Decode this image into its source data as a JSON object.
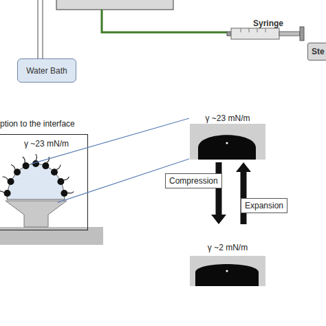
{
  "diagram": {
    "nodes": [
      {
        "text": [
          "Ste"
        ]
      },
      {
        "text": [
          "Water Bath"
        ]
      },
      {
        "text": [
          "γ ~23 mN/m"
        ]
      },
      {
        "text": [
          "γ ~23 mN/m"
        ]
      },
      {
        "text": [
          "γ ~2 mN/m"
        ]
      }
    ],
    "edges": [
      {
        "from": 3,
        "to": 4,
        "label": "Compression",
        "arrow": "to"
      },
      {
        "from": 4,
        "to": 3,
        "label": "Expansion",
        "arrow": "to"
      },
      {
        "from": 2,
        "to": 3,
        "arrow": "none"
      },
      {
        "from": 2,
        "to": 3,
        "arrow": "none"
      }
    ],
    "labels": [
      "Syringe",
      "ption to the interface"
    ]
  }
}
